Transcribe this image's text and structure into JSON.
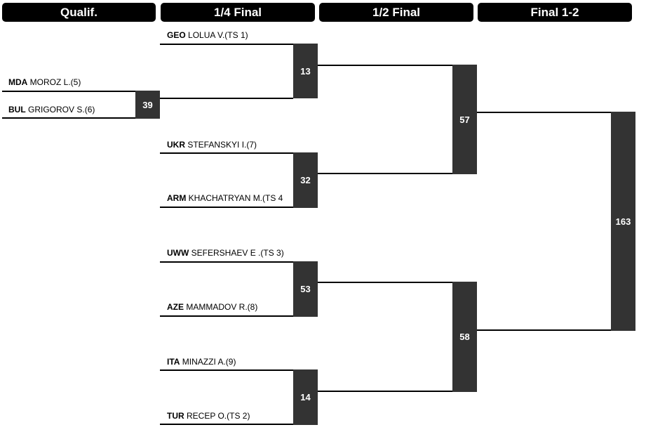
{
  "headers": {
    "qualif": "Qualif.",
    "quarter": "1/4 Final",
    "semi": "1/2 Final",
    "final": "Final 1-2"
  },
  "qualif": [
    {
      "country": "MDA",
      "name": "MOROZ L.(5)"
    },
    {
      "country": "BUL",
      "name": "GRIGOROV S.(6)"
    }
  ],
  "quarter": [
    {
      "country": "GEO",
      "name": "LOLUA V.(TS 1)"
    },
    {
      "country": "UKR",
      "name": "STEFANSKYI I.(7)"
    },
    {
      "country": "ARM",
      "name": "KHACHATRYAN M.(TS 4"
    },
    {
      "country": "UWW",
      "name": "SEFERSHAEV E .(TS 3)"
    },
    {
      "country": "AZE",
      "name": "MAMMADOV R.(8)"
    },
    {
      "country": "ITA",
      "name": "MINAZZI A.(9)"
    },
    {
      "country": "TUR",
      "name": "RECEP O.(TS 2)"
    }
  ],
  "bouts": {
    "q1": "39",
    "qf1": "13",
    "qf2": "32",
    "qf3": "53",
    "qf4": "14",
    "sf1": "57",
    "sf2": "58",
    "f": "163"
  },
  "colors": {
    "header_bg": "#000000",
    "bout_box": "#333333",
    "lines": "#000000"
  }
}
